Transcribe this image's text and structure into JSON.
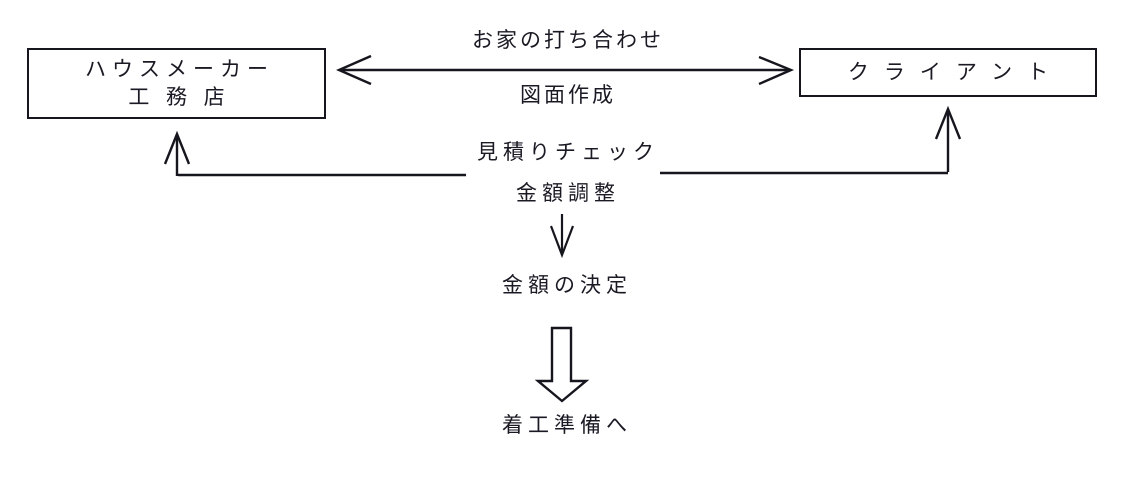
{
  "diagram": {
    "title": "home-construction-workflow",
    "background_color": "#ffffff",
    "stroke_color": "#16161e",
    "text_color": "#1a1a24",
    "nodes": [
      {
        "id": "house-maker",
        "lines": [
          "ハウスメーカー",
          "工 務 店"
        ]
      },
      {
        "id": "client",
        "lines": [
          "クライアント"
        ]
      }
    ],
    "edge_labels": {
      "top_above": "お家の打ち合わせ",
      "top_below": "図面作成",
      "loop_above": "見積りチェック",
      "loop_below": "金額調整"
    },
    "steps": [
      {
        "id": "amount-decision",
        "label": "金額の決定"
      },
      {
        "id": "construction-prep",
        "label": "着工準備へ"
      }
    ]
  }
}
